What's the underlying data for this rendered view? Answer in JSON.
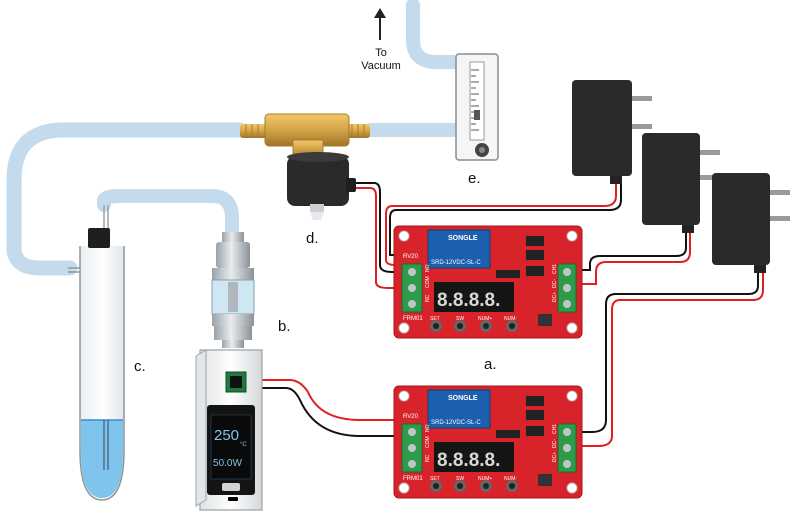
{
  "labels": {
    "vacuum": "To\nVacuum",
    "a": "a.",
    "b": "b.",
    "c": "c.",
    "d": "d.",
    "e": "e."
  },
  "relay_board": {
    "brand": "SONGLE",
    "relay_model": "SRD-12VDC-SL-C",
    "model_label": "RV20",
    "frm_label": "FRM01",
    "terminals": [
      "NC",
      "COM",
      "NO"
    ],
    "buttons": [
      "SET",
      "SW",
      "NUM+",
      "NUM-"
    ],
    "digits": "8.8.8.8.",
    "power_labels": [
      "DC+",
      "DC-",
      "CH1"
    ]
  },
  "vape_display": {
    "temp": "250",
    "unit": "°C",
    "power": "50.0W"
  },
  "colors": {
    "tube": "#bfd9ea",
    "board": "#d8232a",
    "brass": "#d4a348",
    "adapter": "#2a2a2a",
    "liquid": "#7ec4ec"
  }
}
